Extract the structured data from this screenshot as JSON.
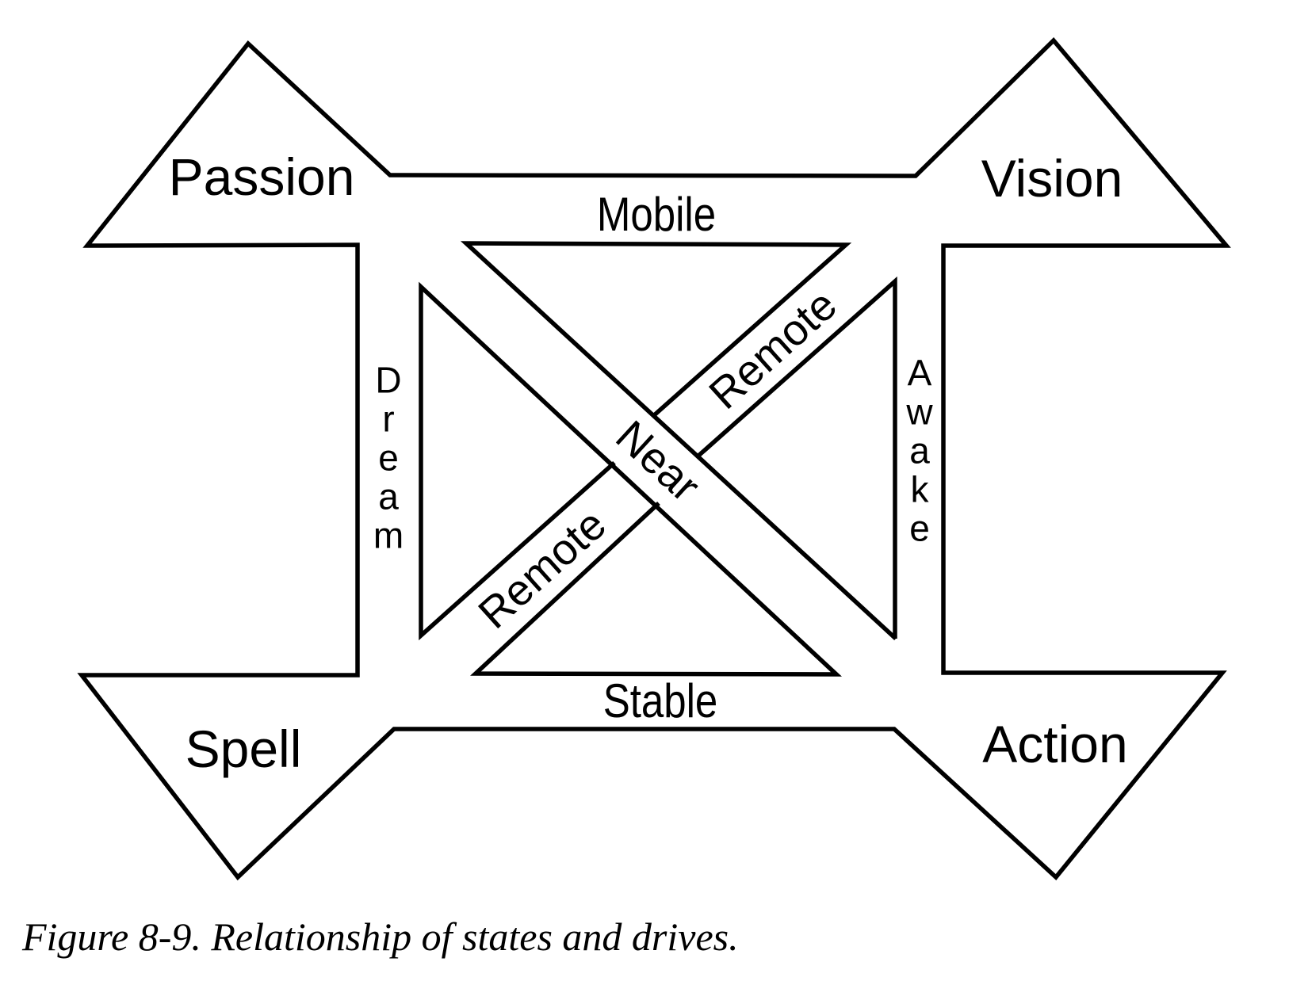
{
  "figure": {
    "colors": {
      "ink": "#000000",
      "background": "#ffffff"
    },
    "nodes": {
      "top_left": "Passion",
      "top_right": "Vision",
      "bottom_left": "Spell",
      "bottom_right": "Action"
    },
    "drives": {
      "top": "Mobile",
      "bottom": "Stable",
      "left": "Dream",
      "right": "Awake"
    },
    "relations": {
      "near": "Near",
      "remote_upper": "Remote",
      "remote_lower": "Remote"
    },
    "caption": "Figure 8-9. Relationship of states and drives."
  }
}
